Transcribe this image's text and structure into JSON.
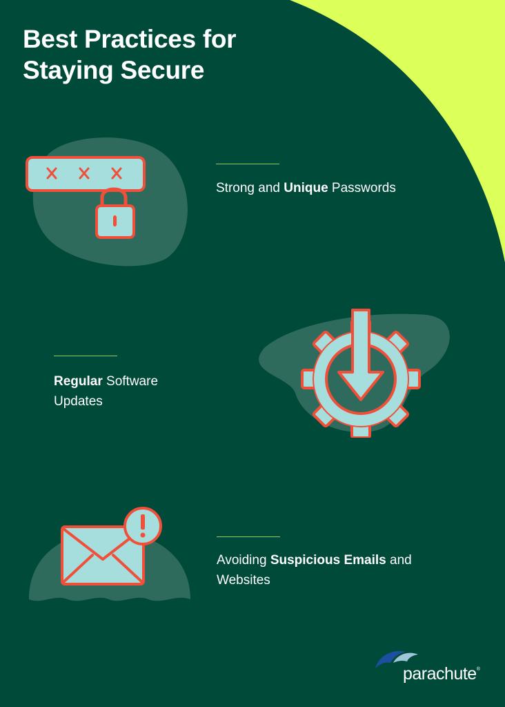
{
  "title_lines": [
    "Best Practices for",
    "Staying Secure"
  ],
  "items": [
    {
      "icon": "password-lock-icon",
      "pre": "Strong and ",
      "bold": "Unique",
      "post": " Passwords"
    },
    {
      "icon": "update-gear-icon",
      "pre": "",
      "bold": "Regular",
      "post": " Software",
      "line2": "Updates"
    },
    {
      "icon": "suspicious-email-icon",
      "pre": "Avoiding ",
      "bold": "Suspicious Emails",
      "post": " and",
      "line2": "Websites"
    }
  ],
  "brand": {
    "name": "parachute",
    "mark": "®"
  },
  "colors": {
    "background": "#004a3a",
    "accent_lime": "#dcff5a",
    "blob": "#2f6b5c",
    "icon_fill": "#a6dede",
    "icon_stroke": "#f0503a",
    "rule": "#9bc95a"
  }
}
